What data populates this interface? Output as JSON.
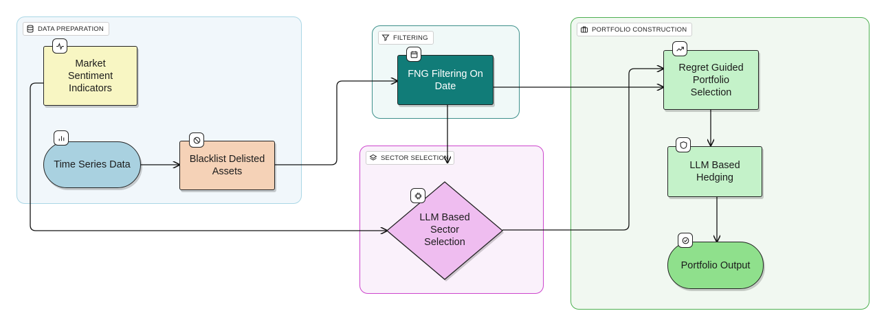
{
  "groups": {
    "data_preparation": {
      "label": "DATA PREPARATION"
    },
    "filtering": {
      "label": "FILTERING"
    },
    "sector_selection": {
      "label": "SECTOR SELECTION"
    },
    "portfolio_construction": {
      "label": "PORTFOLIO CONSTRUCTION"
    }
  },
  "nodes": {
    "market_sentiment": {
      "label": "Market\nSentiment\nIndicators",
      "icon": "activity-icon"
    },
    "time_series": {
      "label": "Time Series Data",
      "icon": "bar-chart-icon"
    },
    "blacklist": {
      "label": "Blacklist Delisted\nAssets",
      "icon": "ban-icon"
    },
    "fng_filtering": {
      "label": "FNG Filtering On\nDate",
      "icon": "calendar-icon"
    },
    "llm_sector": {
      "label": "LLM Based\nSector\nSelection",
      "icon": "chip-icon"
    },
    "regret_guided": {
      "label": "Regret Guided\nPortfolio\nSelection",
      "icon": "trending-up-icon"
    },
    "llm_hedging": {
      "label": "LLM Based\nHedging",
      "icon": "shield-icon"
    },
    "portfolio_output": {
      "label": "Portfolio Output",
      "icon": "check-circle-icon"
    }
  },
  "colors": {
    "data_preparation_bg": "#f1f7fb",
    "data_preparation_border": "#a9d6e5",
    "filtering_bg": "#f0f9f8",
    "filtering_border": "#3c8f8a",
    "sector_bg": "#faf1fb",
    "sector_border": "#cc44cc",
    "portfolio_bg": "#f1f8f1",
    "portfolio_border": "#4caf50",
    "market_sentiment": "#f8f6c3",
    "time_series": "#a9d1e0",
    "blacklist": "#f5d2b7",
    "fng_filtering": "#117c78",
    "llm_sector": "#efbdf0",
    "regret_guided": "#c4f2c9",
    "llm_hedging": "#c4f2c9",
    "portfolio_output": "#8fe08c"
  }
}
